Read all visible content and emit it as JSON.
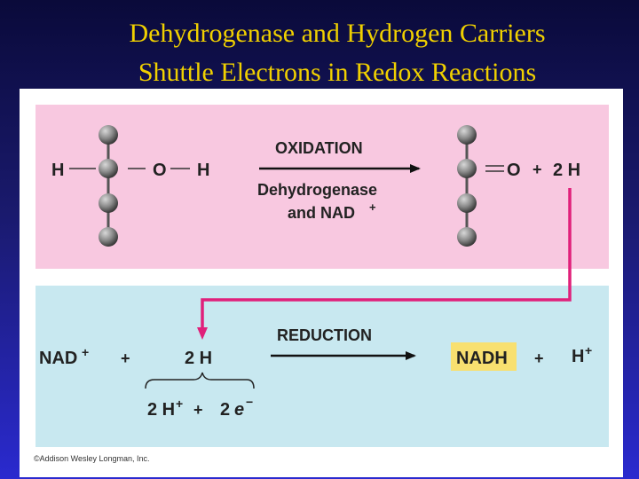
{
  "title": {
    "line1": "Dehydrogenase and Hydrogen Carriers",
    "line2": "Shuttle Electrons in Redox Reactions"
  },
  "oxidation": {
    "left_h": "H",
    "left_o": "O",
    "left_h2": "H",
    "arrow_label": "OXIDATION",
    "enzyme_line1": "Dehydrogenase",
    "enzyme_line2": "and NAD",
    "enzyme_sup": "+",
    "right_o": "O",
    "plus": "+",
    "right_2h": "2 H"
  },
  "reduction": {
    "nad": "NAD",
    "nad_sup": "+",
    "plus1": "+",
    "two_h": "2 H",
    "arrow_label": "REDUCTION",
    "nadh": "NADH",
    "plus2": "+",
    "h": "H",
    "h_sup": "+",
    "bracket_2h": "2 H",
    "bracket_2h_sup": "+",
    "bracket_plus": "+",
    "bracket_2": "2",
    "bracket_e": "e",
    "bracket_e_sup": "−"
  },
  "colors": {
    "title": "#f0d000",
    "pink_band": "#f8c8e0",
    "blue_band": "#c8e8f0",
    "nadh_highlight": "#f8e070",
    "shuttle_arrow": "#e0207a"
  },
  "copyright": "©Addison Wesley Longman, Inc."
}
